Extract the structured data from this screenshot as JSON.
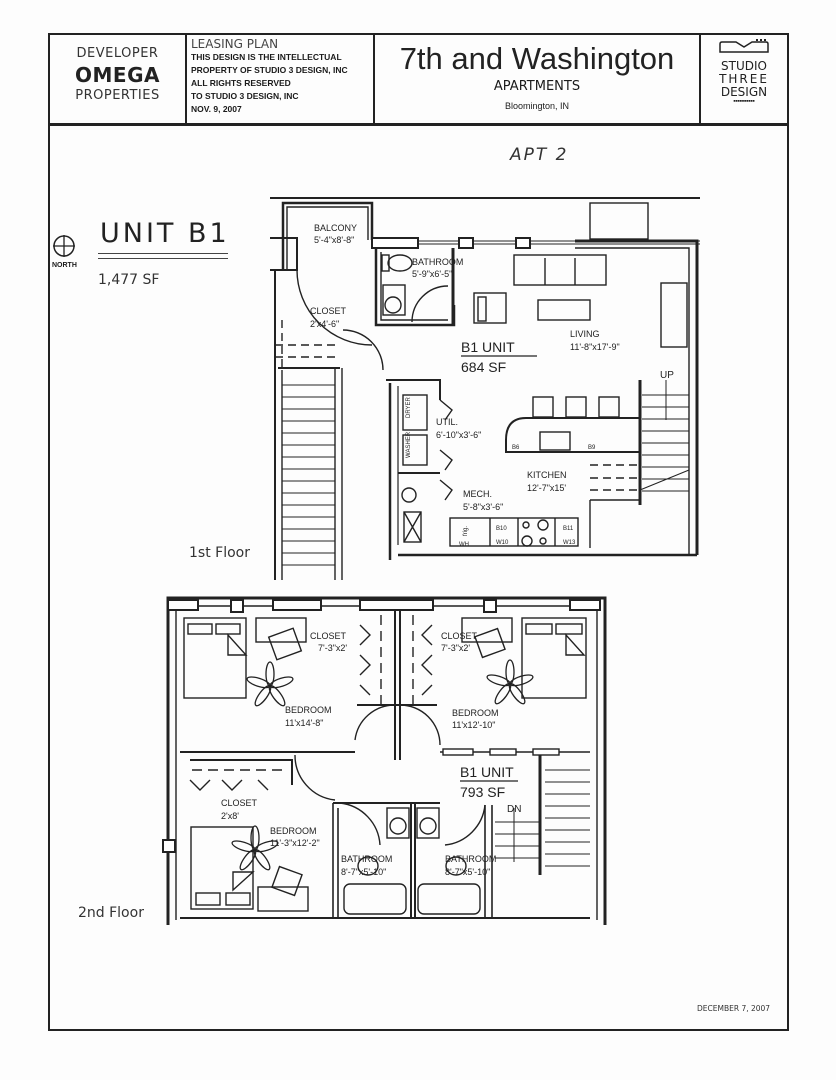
{
  "title_block": {
    "developer": {
      "label": "DEVELOPER",
      "name": "OMEGA",
      "sub": "PROPERTIES"
    },
    "leasing": {
      "heading": "LEASING PLAN",
      "lines": [
        "THIS DESIGN IS THE INTELLECTUAL",
        "PROPERTY OF STUDIO 3 DESIGN, INC",
        "ALL RIGHTS RESERVED",
        "TO STUDIO 3 DESIGN, INC",
        "NOV. 9, 2007"
      ]
    },
    "project": {
      "name": "7th and Washington",
      "type": "APARTMENTS",
      "location": "Bloomington, IN"
    },
    "architect": {
      "lines": [
        "STUDIO",
        "THREE",
        "DESIGN"
      ]
    }
  },
  "handwritten_note": "APT 2",
  "unit": {
    "name": "UNIT B1",
    "total_area": "1,477 SF",
    "north_label": "NORTH"
  },
  "floors": [
    {
      "label": "1st Floor",
      "unit_label": "B1 UNIT",
      "unit_area": "684 SF",
      "rooms": [
        {
          "name": "BALCONY",
          "dims": "5'-4\"x8'-8\""
        },
        {
          "name": "BATHROOM",
          "dims": "5'-9\"x6'-5\""
        },
        {
          "name": "CLOSET",
          "dims": "2'x4'-6\""
        },
        {
          "name": "LIVING",
          "dims": "11'-8\"x17'-9\""
        },
        {
          "name": "UTIL.",
          "dims": "6'-10\"x3'-6\""
        },
        {
          "name": "KITCHEN",
          "dims": "12'-7\"x15'"
        },
        {
          "name": "MECH.",
          "dims": "5'-8\"x3'-6\""
        }
      ],
      "stair": "UP",
      "appliances": [
        "DRYER",
        "WASHER",
        "WH",
        "frig.",
        "B10",
        "W10",
        "B11",
        "W13",
        "B6",
        "B9"
      ]
    },
    {
      "label": "2nd Floor",
      "unit_label": "B1 UNIT",
      "unit_area": "793 SF",
      "rooms": [
        {
          "name": "CLOSET",
          "dims": "7'-3\"x2'"
        },
        {
          "name": "CLOSET",
          "dims": "7'-3\"x2'"
        },
        {
          "name": "BEDROOM",
          "dims": "11'x14'-8\""
        },
        {
          "name": "BEDROOM",
          "dims": "11'x12'-10\""
        },
        {
          "name": "CLOSET",
          "dims": "2'x8'"
        },
        {
          "name": "BEDROOM",
          "dims": "11'-3\"x12'-2\""
        },
        {
          "name": "BATHROOM",
          "dims": "8'-7\"x5'-10\""
        },
        {
          "name": "BATHROOM",
          "dims": "8'-7\"x5'-10\""
        }
      ],
      "stair": "DN"
    }
  ],
  "footer_date": "DECEMBER 7, 2007"
}
